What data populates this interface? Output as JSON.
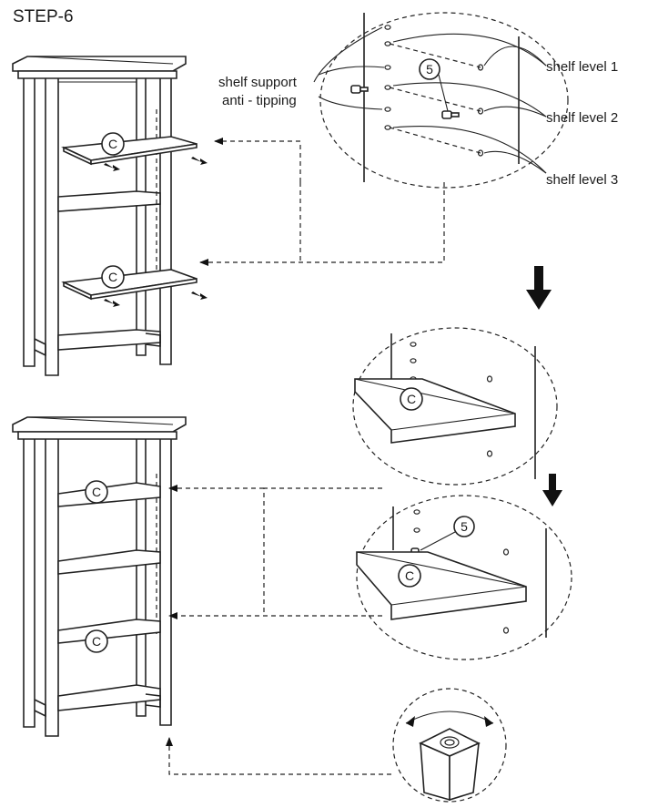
{
  "step_title": "STEP-6",
  "labels": {
    "shelf_support": "shelf support",
    "anti_tipping": "anti - tipping",
    "shelf_level_1": "shelf level 1",
    "shelf_level_2": "shelf level 2",
    "shelf_level_3": "shelf level 3"
  },
  "part_shelf": "C",
  "part_support": "5"
}
